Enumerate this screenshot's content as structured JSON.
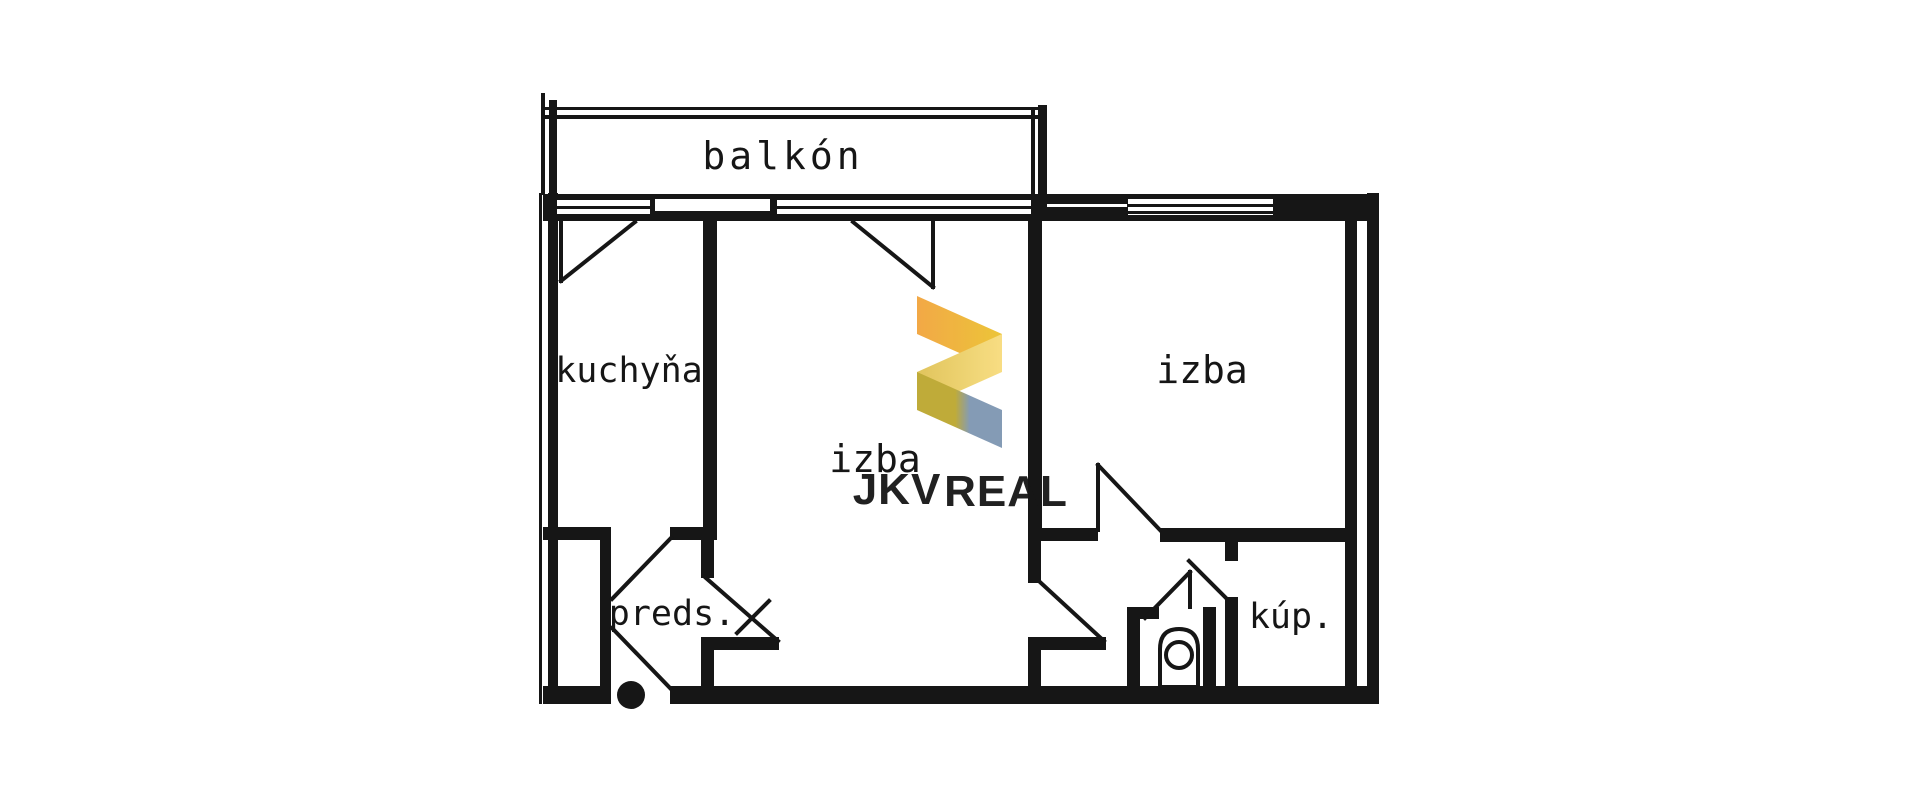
{
  "floorplan": {
    "ink_color": "#161616",
    "background_color": "#ffffff",
    "rooms": {
      "balcony": {
        "label": "balkón"
      },
      "kitchen": {
        "label": "kuchyňa"
      },
      "room_center": {
        "label": "izba"
      },
      "room_right": {
        "label": "izba"
      },
      "hallway": {
        "label": "preds."
      },
      "bathroom": {
        "label": "kúp."
      }
    },
    "icons": {
      "toilet": "toilet-icon",
      "entrance_pivot": "door-pivot-dot"
    }
  },
  "watermark": {
    "brand_first": "JKV",
    "brand_second": "REAL",
    "colors": {
      "first_text": "#F1A33C",
      "second_text": "#8CA2BA",
      "chevron_orange": "#F2A43D",
      "chevron_gold": "#ECC22E",
      "chevron_pale_right": "#F8DC7D",
      "chevron_pale_left": "#DFC254",
      "chevron_olive": "#BCA72F",
      "chevron_blue": "#7E96B2"
    }
  }
}
